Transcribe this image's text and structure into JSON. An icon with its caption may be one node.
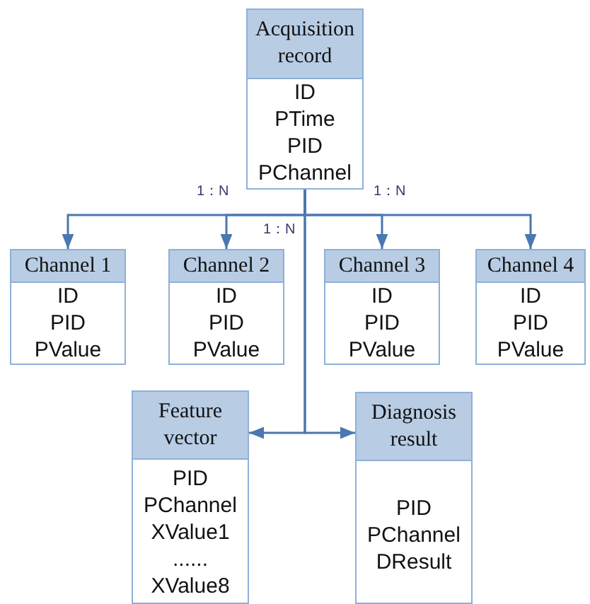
{
  "diagram": {
    "nodes": [
      {
        "text": [
          "Acquisition record",
          "ID",
          "PTime",
          "PID",
          "PChannel"
        ]
      },
      {
        "text": [
          "Channel 1",
          "ID",
          "PID",
          "PValue"
        ]
      },
      {
        "text": [
          "Channel 2",
          "ID",
          "PID",
          "PValue"
        ]
      },
      {
        "text": [
          "Channel 3",
          "ID",
          "PID",
          "PValue"
        ]
      },
      {
        "text": [
          "Channel 4",
          "ID",
          "PID",
          "PValue"
        ]
      },
      {
        "text": [
          "Feature vector",
          "PID",
          "PChannel",
          "XValue1",
          "......",
          "XValue8"
        ]
      },
      {
        "text": [
          "Diagnosis result",
          "PID",
          "PChannel",
          "DResult"
        ]
      }
    ],
    "edges": [
      {
        "from": 0,
        "to": 1,
        "arrow": "to"
      },
      {
        "from": 0,
        "to": 2,
        "arrow": "to"
      },
      {
        "from": 0,
        "to": 3,
        "arrow": "to"
      },
      {
        "from": 0,
        "to": 4,
        "arrow": "to"
      },
      {
        "from": 0,
        "to": 5,
        "arrow": "to"
      },
      {
        "from": 0,
        "to": 6,
        "arrow": "to"
      }
    ],
    "labels": [
      "1：N",
      "1：N",
      "1：N"
    ]
  }
}
